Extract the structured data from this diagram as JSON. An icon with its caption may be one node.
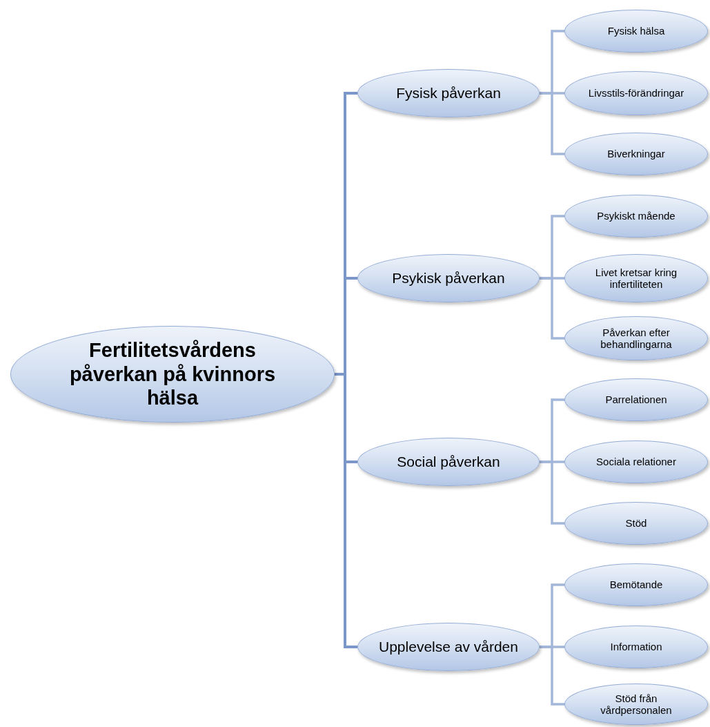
{
  "diagram": {
    "nodes": [
      {
        "text": [
          "Fertilitetsvårdens påverkan på kvinnors hälsa"
        ]
      },
      {
        "text": [
          "Fysisk påverkan"
        ]
      },
      {
        "text": [
          "Fysisk hälsa"
        ]
      },
      {
        "text": [
          "Livsstils-förändringar"
        ]
      },
      {
        "text": [
          "Biverkningar"
        ]
      },
      {
        "text": [
          "Psykisk påverkan"
        ]
      },
      {
        "text": [
          "Psykiskt mående"
        ]
      },
      {
        "text": [
          "Livet kretsar kring infertiliteten"
        ]
      },
      {
        "text": [
          "Påverkan efter behandlingarna"
        ]
      },
      {
        "text": [
          "Social påverkan"
        ]
      },
      {
        "text": [
          "Parrelationen"
        ]
      },
      {
        "text": [
          "Sociala relationer"
        ]
      },
      {
        "text": [
          "Stöd"
        ]
      },
      {
        "text": [
          "Upplevelse av vården"
        ]
      },
      {
        "text": [
          "Bemötande"
        ]
      },
      {
        "text": [
          "Information"
        ]
      },
      {
        "text": [
          "Stöd från vårdpersonalen"
        ]
      }
    ],
    "edges": [
      {
        "from": 0,
        "to": 1,
        "arrow": "none"
      },
      {
        "from": 0,
        "to": 5,
        "arrow": "none"
      },
      {
        "from": 0,
        "to": 9,
        "arrow": "none"
      },
      {
        "from": 0,
        "to": 13,
        "arrow": "none"
      },
      {
        "from": 1,
        "to": 2,
        "arrow": "none"
      },
      {
        "from": 1,
        "to": 3,
        "arrow": "none"
      },
      {
        "from": 1,
        "to": 4,
        "arrow": "none"
      },
      {
        "from": 5,
        "to": 6,
        "arrow": "none"
      },
      {
        "from": 5,
        "to": 7,
        "arrow": "none"
      },
      {
        "from": 5,
        "to": 8,
        "arrow": "none"
      },
      {
        "from": 9,
        "to": 10,
        "arrow": "none"
      },
      {
        "from": 9,
        "to": 11,
        "arrow": "none"
      },
      {
        "from": 9,
        "to": 12,
        "arrow": "none"
      },
      {
        "from": 13,
        "to": 14,
        "arrow": "none"
      },
      {
        "from": 13,
        "to": 15,
        "arrow": "none"
      },
      {
        "from": 13,
        "to": 16,
        "arrow": "none"
      }
    ]
  }
}
